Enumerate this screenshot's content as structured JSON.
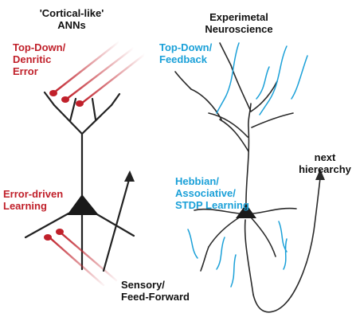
{
  "left_panel": {
    "title": "'Cortical-like'\nANNs",
    "top_down_label": "Top-Down/\nDenritic\nError",
    "error_label": "Error-driven\nLearning",
    "sensory_label": "Sensory/\nFeed-Forward"
  },
  "right_panel": {
    "title": "Experimetal\nNeuroscience",
    "top_down_label": "Top-Down/\nFeedback",
    "hebbian_label": "Hebbian/\nAssociative/\nSTDP Learning",
    "next_label": "next\nhierearchy"
  },
  "colors": {
    "black": "#111111",
    "red": "#c0202a",
    "blue": "#1aa0d8"
  }
}
